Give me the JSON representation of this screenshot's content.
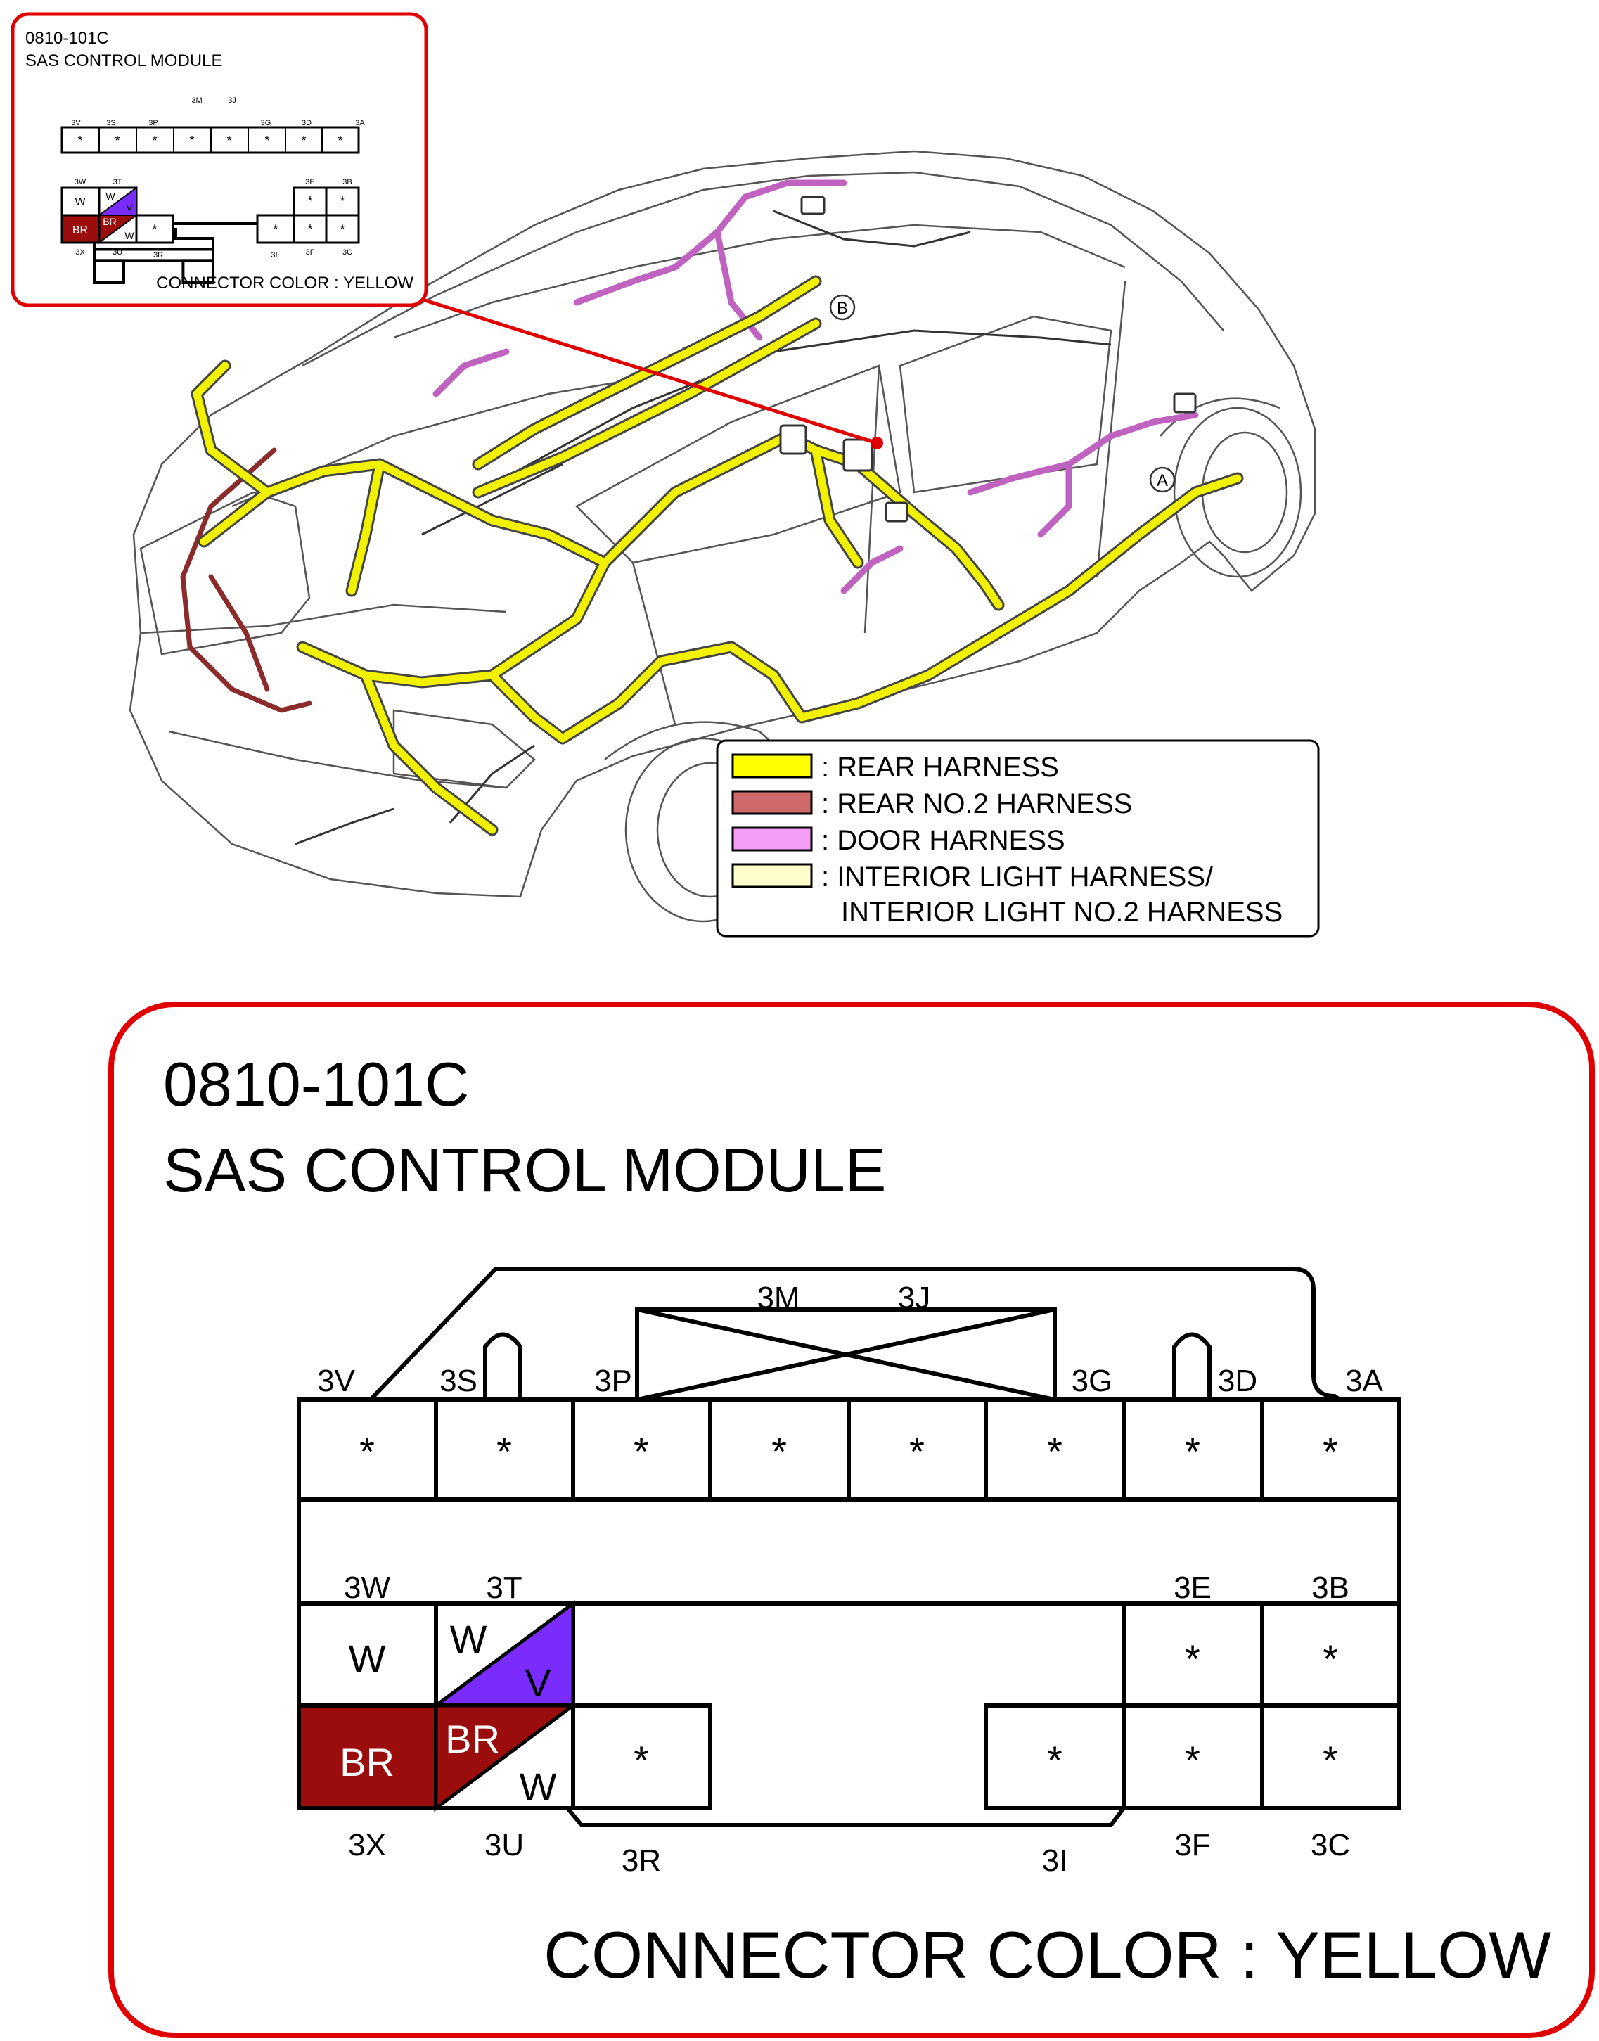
{
  "connector": {
    "code": "0810-101C",
    "name": "SAS CONTROL MODULE",
    "color_note": "CONNECTOR COLOR : YELLOW",
    "top_labels": {
      "3V": "3V",
      "3S": "3S",
      "3P": "3P",
      "3M": "3M",
      "3J": "3J",
      "3G": "3G",
      "3D": "3D",
      "3A": "3A"
    },
    "top_row": [
      "*",
      "*",
      "*",
      "*",
      "*",
      "*",
      "*",
      "*"
    ],
    "mid_labels": {
      "3W": "3W",
      "3T": "3T",
      "3E": "3E",
      "3B": "3B"
    },
    "bottom_labels": {
      "3X": "3X",
      "3U": "3U",
      "3R": "3R",
      "3I": "3I",
      "3F": "3F",
      "3C": "3C"
    },
    "pins": {
      "3W": {
        "wire": "W",
        "fill": "#ffffff"
      },
      "3T": {
        "wire_a": "W",
        "wire_b": "V",
        "fill_b": "#7a2cff"
      },
      "3X": {
        "wire": "BR",
        "fill": "#9b0c0c"
      },
      "3U": {
        "wire_a": "BR",
        "wire_b": "W",
        "fill_a": "#9b0c0c"
      },
      "3R": {
        "wire": "*"
      },
      "3I": {
        "wire": "*"
      },
      "3E": {
        "wire": "*"
      },
      "3B": {
        "wire": "*"
      },
      "3F": {
        "wire": "*"
      },
      "3C": {
        "wire": "*"
      }
    }
  },
  "callouts": {
    "a": "A",
    "b": "B"
  },
  "legend": [
    {
      "label": ": REAR HARNESS",
      "color": "#ffff00"
    },
    {
      "label": ": REAR NO.2 HARNESS",
      "color": "#d06a6a"
    },
    {
      "label": ": DOOR HARNESS",
      "color": "#f59cf5"
    },
    {
      "label": ": INTERIOR LIGHT HARNESS/",
      "label2": "INTERIOR LIGHT NO.2 HARNESS",
      "color": "#ffffcc"
    }
  ],
  "colors": {
    "frame_red": "#e00000",
    "rear": "#f2f200",
    "rear_no2": "#a23a3a",
    "door": "#d27ad2"
  }
}
